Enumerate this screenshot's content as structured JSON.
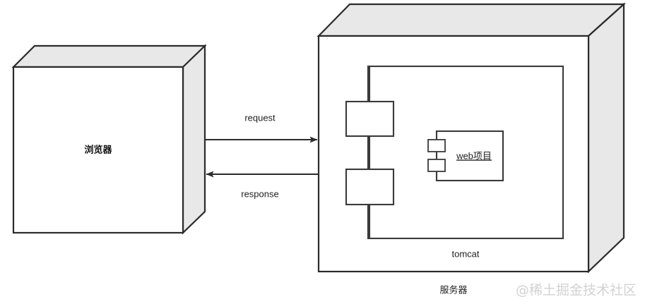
{
  "diagram": {
    "type": "deployment-diagram",
    "background_color": "#ffffff",
    "stroke_color": "#2b2b2b",
    "shade_color": "#e8e8e8",
    "browser_node": {
      "label": "浏览器",
      "shape": "3d-box"
    },
    "server_node": {
      "label": "服务器",
      "shape": "3d-box",
      "container": {
        "label": "tomcat",
        "shape": "rectangle"
      },
      "connector_boxes": [
        {
          "name": "upper-box"
        },
        {
          "name": "lower-box"
        }
      ],
      "component": {
        "label": "web项目",
        "shape": "uml-component",
        "underlined": true,
        "tabs": 2
      }
    },
    "flows": [
      {
        "label": "request",
        "direction": "right",
        "from": "browser",
        "to": "server"
      },
      {
        "label": "response",
        "direction": "left",
        "from": "server",
        "to": "browser"
      }
    ],
    "watermark": {
      "text": "@稀土掘金技术社区",
      "color": "#d2d2d2"
    }
  }
}
